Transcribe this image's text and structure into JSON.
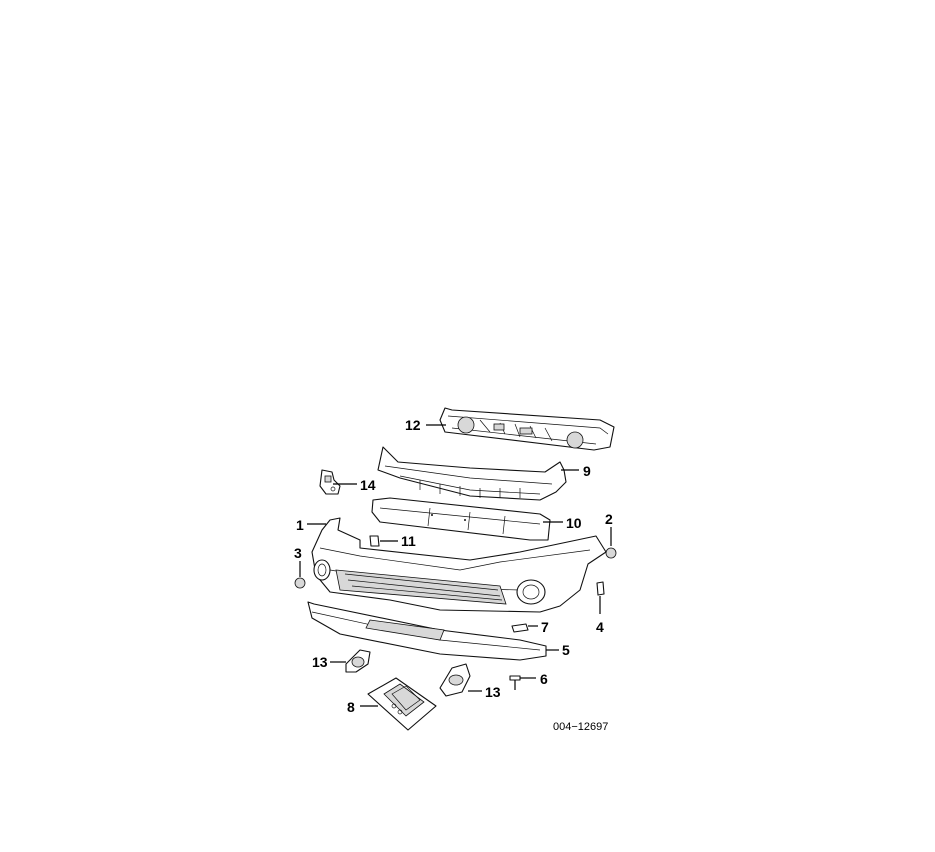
{
  "diagram": {
    "callouts": {
      "c1": "1",
      "c2": "2",
      "c3": "3",
      "c4": "4",
      "c5": "5",
      "c6": "6",
      "c7": "7",
      "c8": "8",
      "c9": "9",
      "c10": "10",
      "c11": "11",
      "c12": "12",
      "c13a": "13",
      "c13b": "13",
      "c14": "14"
    },
    "figure_code": "004−12697"
  }
}
